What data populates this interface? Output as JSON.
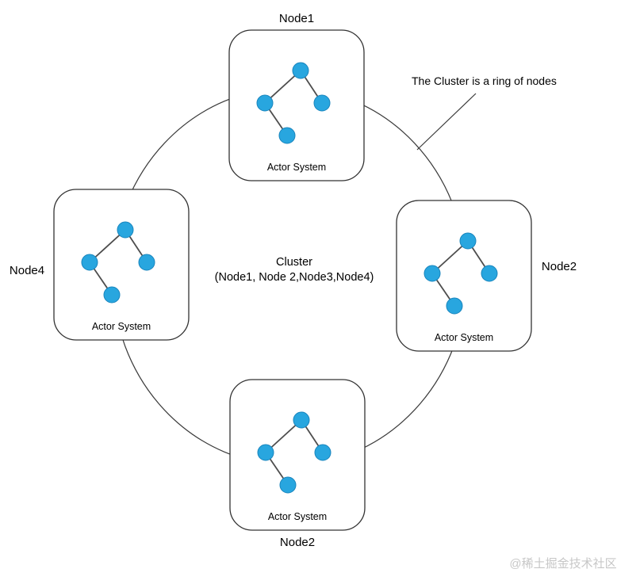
{
  "annotation": {
    "label": "The Cluster is a ring of nodes"
  },
  "center_label": {
    "line1": "Cluster",
    "line2": "(Node1, Node 2,Node3,Node4)"
  },
  "nodes": [
    {
      "position": "top",
      "label": "Node1",
      "system": "Actor System"
    },
    {
      "position": "right",
      "label": "Node2",
      "system": "Actor System"
    },
    {
      "position": "bottom",
      "label": "Node2",
      "system": "Actor System"
    },
    {
      "position": "left",
      "label": "Node4",
      "system": "Actor System"
    }
  ],
  "colors": {
    "actor_fill": "#28A6DF",
    "actor_edge": "#4D4D4D",
    "outline": "#3A3A3A",
    "watermark": "#C7C7C7"
  },
  "watermark": "@稀土掘金技术社区"
}
